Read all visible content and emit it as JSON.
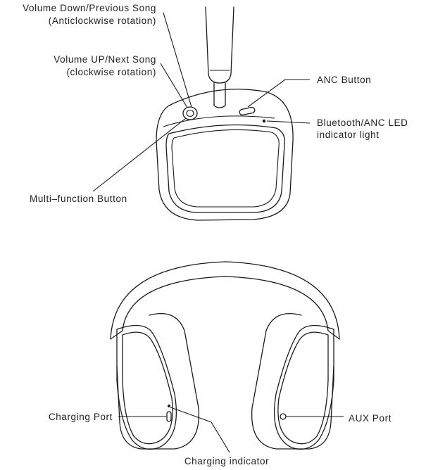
{
  "callouts": {
    "volume_down": [
      "Volume Down/Previous Song",
      "(Anticlockwise rotation)"
    ],
    "volume_up": [
      "Volume UP/Next Song",
      "(clockwise rotation)"
    ],
    "anc_button": "ANC Button",
    "led": [
      "Bluetooth/ANC LED",
      "indicator light"
    ],
    "multifunction": "Multi–function Button",
    "charging_port": "Charging Port",
    "aux_port": "AUX Port",
    "charging_indicator": "Charging indicator"
  }
}
